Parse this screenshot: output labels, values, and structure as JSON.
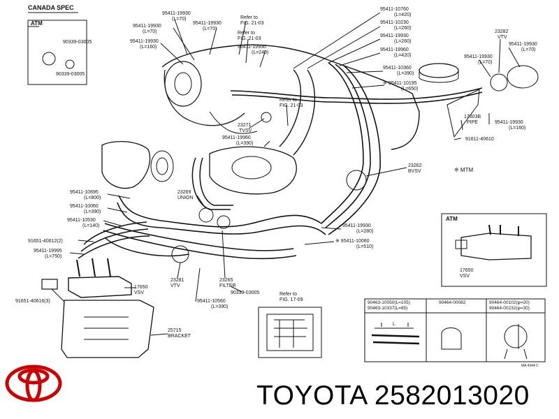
{
  "header": {
    "spec": "CANADA SPEC",
    "atm": "ATM"
  },
  "callouts": {
    "c1": {
      "num": "90339-03005"
    },
    "c2": {
      "num": "90339-03005"
    },
    "c3": {
      "num": "95411-19930",
      "len": "(L=70)"
    },
    "c4": {
      "num": "95411-19930",
      "len": "(L=70)"
    },
    "c5": {
      "num": "95411-19930",
      "len": "(L=70)"
    },
    "c6": {
      "num": "95411-19930",
      "len": "(L=160)"
    },
    "ref1": {
      "line1": "Refer to",
      "line2": "FIG. 21-03"
    },
    "ref2": {
      "line1": "Refer to",
      "line2": "FIG. 21-03"
    },
    "c7": {
      "num": "95411-19930",
      "len": "(L=240)"
    },
    "c8": {
      "num": "95411-10760",
      "len": "(L=420)"
    },
    "c9": {
      "num": "95411-10230",
      "len": "(L=260)"
    },
    "c10": {
      "num": "95411-19930",
      "len": "(L=260)"
    },
    "c11": {
      "num": "95411-19960",
      "len": "(L=420)"
    },
    "c12": {
      "num": "95411-10360",
      "len": "(L=390)"
    },
    "c13": {
      "num": "※ 95411-10195",
      "len": "(L=650)"
    },
    "vtv": {
      "num": "23282",
      "name": "VTV"
    },
    "c14": {
      "num": "95411-19930",
      "len": "(L=70)"
    },
    "c15": {
      "num": "95411-19930",
      "len": "(L=70)"
    },
    "pipe": {
      "num": "17303B",
      "name": "PIPE"
    },
    "c16": {
      "num": "95411-19930",
      "len": "(L=160)"
    },
    "c17": {
      "num": "91611-40610"
    },
    "tvsv": {
      "num": "23271",
      "name": "TVSV"
    },
    "ref3": {
      "line1": "Refer to",
      "line2": "FIG. 21-03"
    },
    "c18": {
      "num": "95411-19960",
      "len": "(L=390)"
    },
    "bvsv": {
      "num": "23262",
      "name": "BVSV"
    },
    "mtm": {
      "text": "※ MTM"
    },
    "c19": {
      "num": "95411-10695",
      "len": "(L=800)"
    },
    "union": {
      "num": "23269",
      "name": "UNION"
    },
    "c20": {
      "num": "95411-10060",
      "len": "(L=390)"
    },
    "c21": {
      "num": "95411-10530",
      "len": "(L=140)"
    },
    "c22": {
      "num": "91651-40612(2)"
    },
    "c23": {
      "num": "95411-19995",
      "len": "(L=750)"
    },
    "c24": {
      "num": "95411-19930",
      "len": "(L=280)"
    },
    "c25": {
      "num": "※ 95411-10060",
      "len": "(L=510)"
    },
    "vtv2": {
      "num": "23281",
      "name": "VTV"
    },
    "filter": {
      "num": "23265",
      "name": "FILTER"
    },
    "c26": {
      "num": "90339-03005"
    },
    "vsv": {
      "num": "17650",
      "name": "VSV"
    },
    "c27": {
      "num": "91651-40616(3)"
    },
    "c28": {
      "num": "95411-10560",
      "len": "(L=390)"
    },
    "ref4": {
      "line1": "Refer to",
      "line2": "FIG. 17-09"
    },
    "bracket": {
      "num": "25715",
      "name": "BRACKET"
    }
  },
  "atm_box": {
    "title": "ATM",
    "num": "17650",
    "name": "VSV"
  },
  "parts_table": {
    "cells": [
      {
        "line1": "90463-10050(L=105)",
        "line2": "90463-10337(L=85)"
      },
      {
        "line1": "90464-00082",
        "line2": ""
      },
      {
        "line1": "90464-00102(φ=20)",
        "line2": "90464-00232(φ=30)"
      }
    ],
    "dim": "L"
  },
  "sheet_code": "MA 4344 C",
  "brand": {
    "logo": "toyota-emblem",
    "color": "#cc0000"
  },
  "caption": "TOYOTA 2582013020"
}
